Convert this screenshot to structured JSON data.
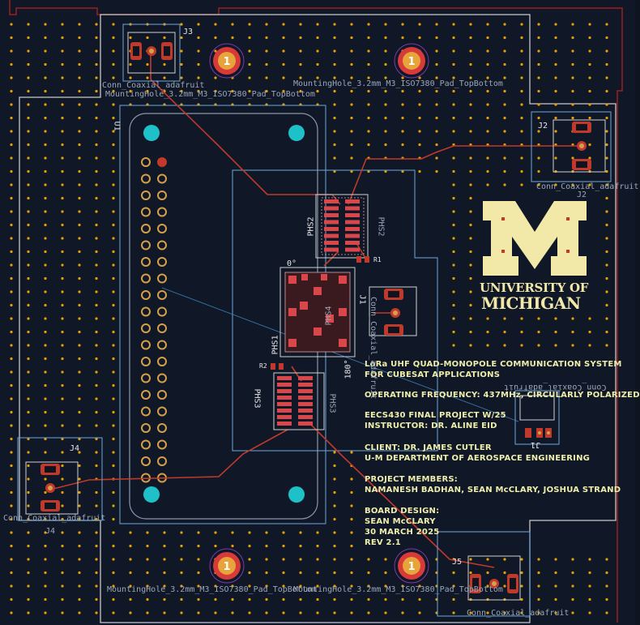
{
  "board": {
    "colors": {
      "background": "#101828",
      "outline": "#c8c8c8",
      "copper": "#c0392b",
      "pad": "#d4a14a",
      "via": "#e8a000",
      "courtyard": "#6ea8d8",
      "silkscreen": "#eeeeaa",
      "mounting_hole": "#d83a3a",
      "logo": "#f2e8a8"
    }
  },
  "logo": {
    "line1": "UNIVERSITY OF",
    "line2": "MICHIGAN"
  },
  "labels": {
    "j3": "J3",
    "j3_value": "Conn_Coaxial_adafruit",
    "j2": "J2",
    "j2_value": "Conn_Coaxial_adafruit",
    "j4": "J4",
    "j4_value": "Conn_Coaxial_adafruit",
    "j4_ref_bottom": "J4",
    "j5": "J5",
    "j5_value": "Conn_Coaxial_adafruit",
    "j1": "J1",
    "j1_value": "Conn_Coaxial_adafruit",
    "u1": "U1",
    "phs1": "PHS1",
    "phs2": "PHS2",
    "phs3": "PHS3",
    "phs4": "PHS4",
    "r1": "R1",
    "r2": "R2",
    "deg0": "0°",
    "deg180": "180°",
    "hole1": "MountingHole_3.2mm_M3_ISO7380_Pad_TopBottom",
    "hole2": "MountingHole_3.2mm_M3_ISO7380_Pad_TopBottom",
    "hole3": "MountingHole_3.2mm_M3_ISO7380_Pad_TopBottom",
    "hole4": "MountingHole_3.2mm_M3_ISO7380_Pad_TopBottom",
    "pad_num": "1"
  },
  "info": {
    "title1": "LoRa UHF QUAD-MONOPOLE COMMUNICATION SYSTEM",
    "title2": "FOR CUBESAT APPLICATIONS",
    "freq": "OPERATING FREQUENCY: 437MHz, CIRCULARLY POLARIZED",
    "course": "EECS430 FINAL PROJECT W/25",
    "instructor": "INSTRUCTOR: DR. ALINE EID",
    "client": "CLIENT: DR. JAMES CUTLER",
    "dept": "U-M DEPARTMENT OF AEROSPACE ENGINEERING",
    "members_label": "PROJECT MEMBERS:",
    "members": "NAMANESH BADHAN, SEAN McCLARY, JOSHUA STRAND",
    "design_label": "BOARD DESIGN:",
    "designer": "SEAN McCLARY",
    "date": "30 MARCH 2025",
    "rev": "REV 2.1"
  }
}
